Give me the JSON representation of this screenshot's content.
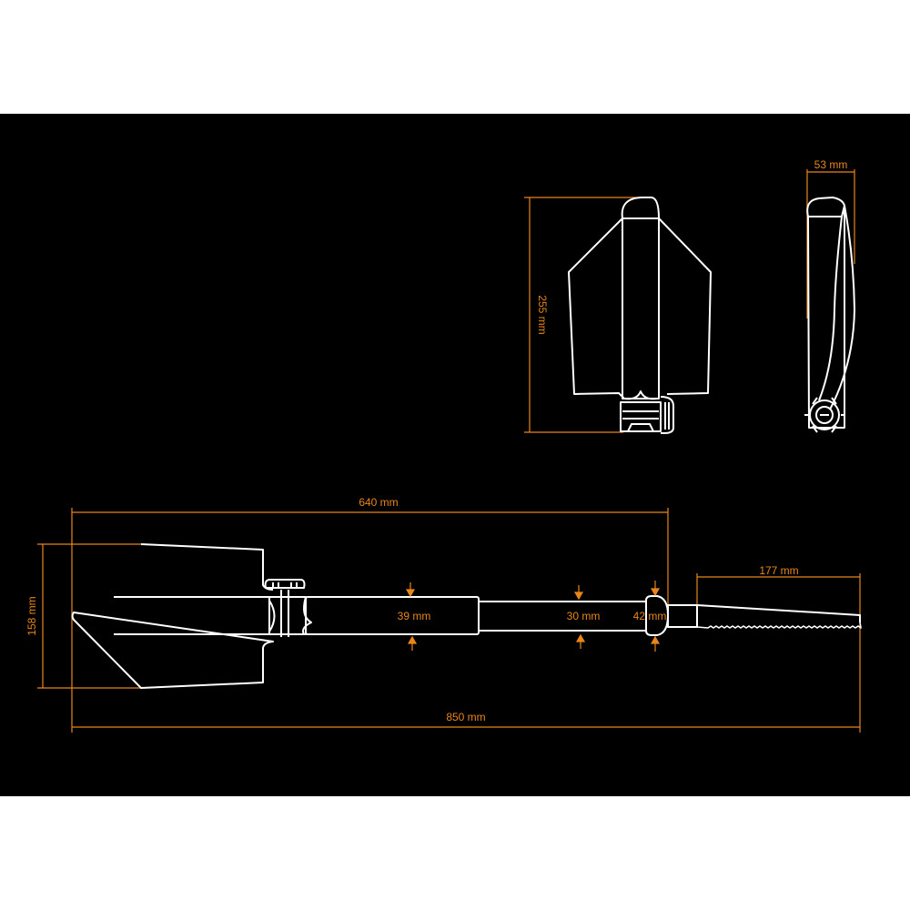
{
  "colors": {
    "background": "#000000",
    "page": "#ffffff",
    "outline": "#ffffff",
    "dimension": "#e8861a"
  },
  "views": {
    "folded_front": {
      "height_label": "255 mm"
    },
    "folded_side": {
      "width_label": "53 mm"
    },
    "extended": {
      "blade_width_label": "158 mm",
      "handle_length_label": "640 mm",
      "total_length_label": "850 mm",
      "saw_length_label": "177 mm",
      "shaft1_diameter_label": "39 mm",
      "shaft2_diameter_label": "30 mm",
      "grip_diameter_label": "42 mm"
    }
  }
}
